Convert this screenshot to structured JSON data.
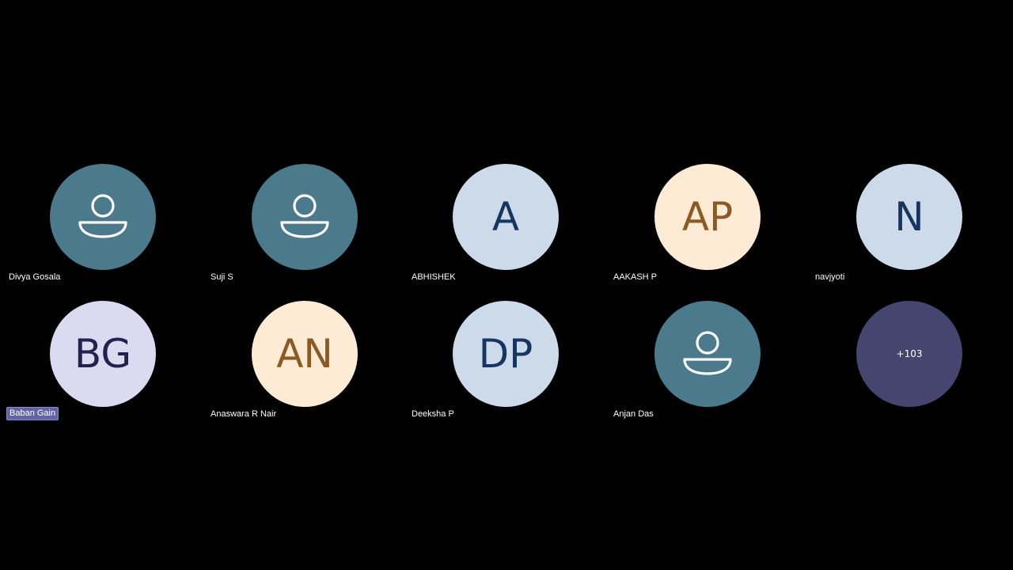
{
  "participants": [
    {
      "name": "Divya Gosala",
      "kind": "icon",
      "bg": "#4a7a8c"
    },
    {
      "name": "Suji S",
      "kind": "icon",
      "bg": "#4a7a8c"
    },
    {
      "name": "ABHISHEK",
      "kind": "initials",
      "initials": "A",
      "bg": "#cddaea",
      "fg": "#163560"
    },
    {
      "name": "AAKASH P",
      "kind": "initials",
      "initials": "AP",
      "bg": "#fdebd6",
      "fg": "#8a5a22"
    },
    {
      "name": "navjyoti",
      "kind": "initials",
      "initials": "N",
      "bg": "#cddaea",
      "fg": "#163560"
    },
    {
      "name": "Baban Gain",
      "kind": "initials",
      "initials": "BG",
      "bg": "#dcdaf0",
      "fg": "#23224f",
      "speaking": true
    },
    {
      "name": "Anaswara R Nair",
      "kind": "initials",
      "initials": "AN",
      "bg": "#fdebd6",
      "fg": "#8a5a22"
    },
    {
      "name": "Deeksha P",
      "kind": "initials",
      "initials": "DP",
      "bg": "#cddaea",
      "fg": "#163560"
    },
    {
      "name": "Anjan Das",
      "kind": "icon",
      "bg": "#4a7a8c"
    }
  ],
  "overflow": {
    "label": "+103",
    "bg": "#454570"
  },
  "colors": {
    "background": "#000000",
    "speaking_tag": "#6264a7",
    "icon_stroke": "#ffffff"
  }
}
